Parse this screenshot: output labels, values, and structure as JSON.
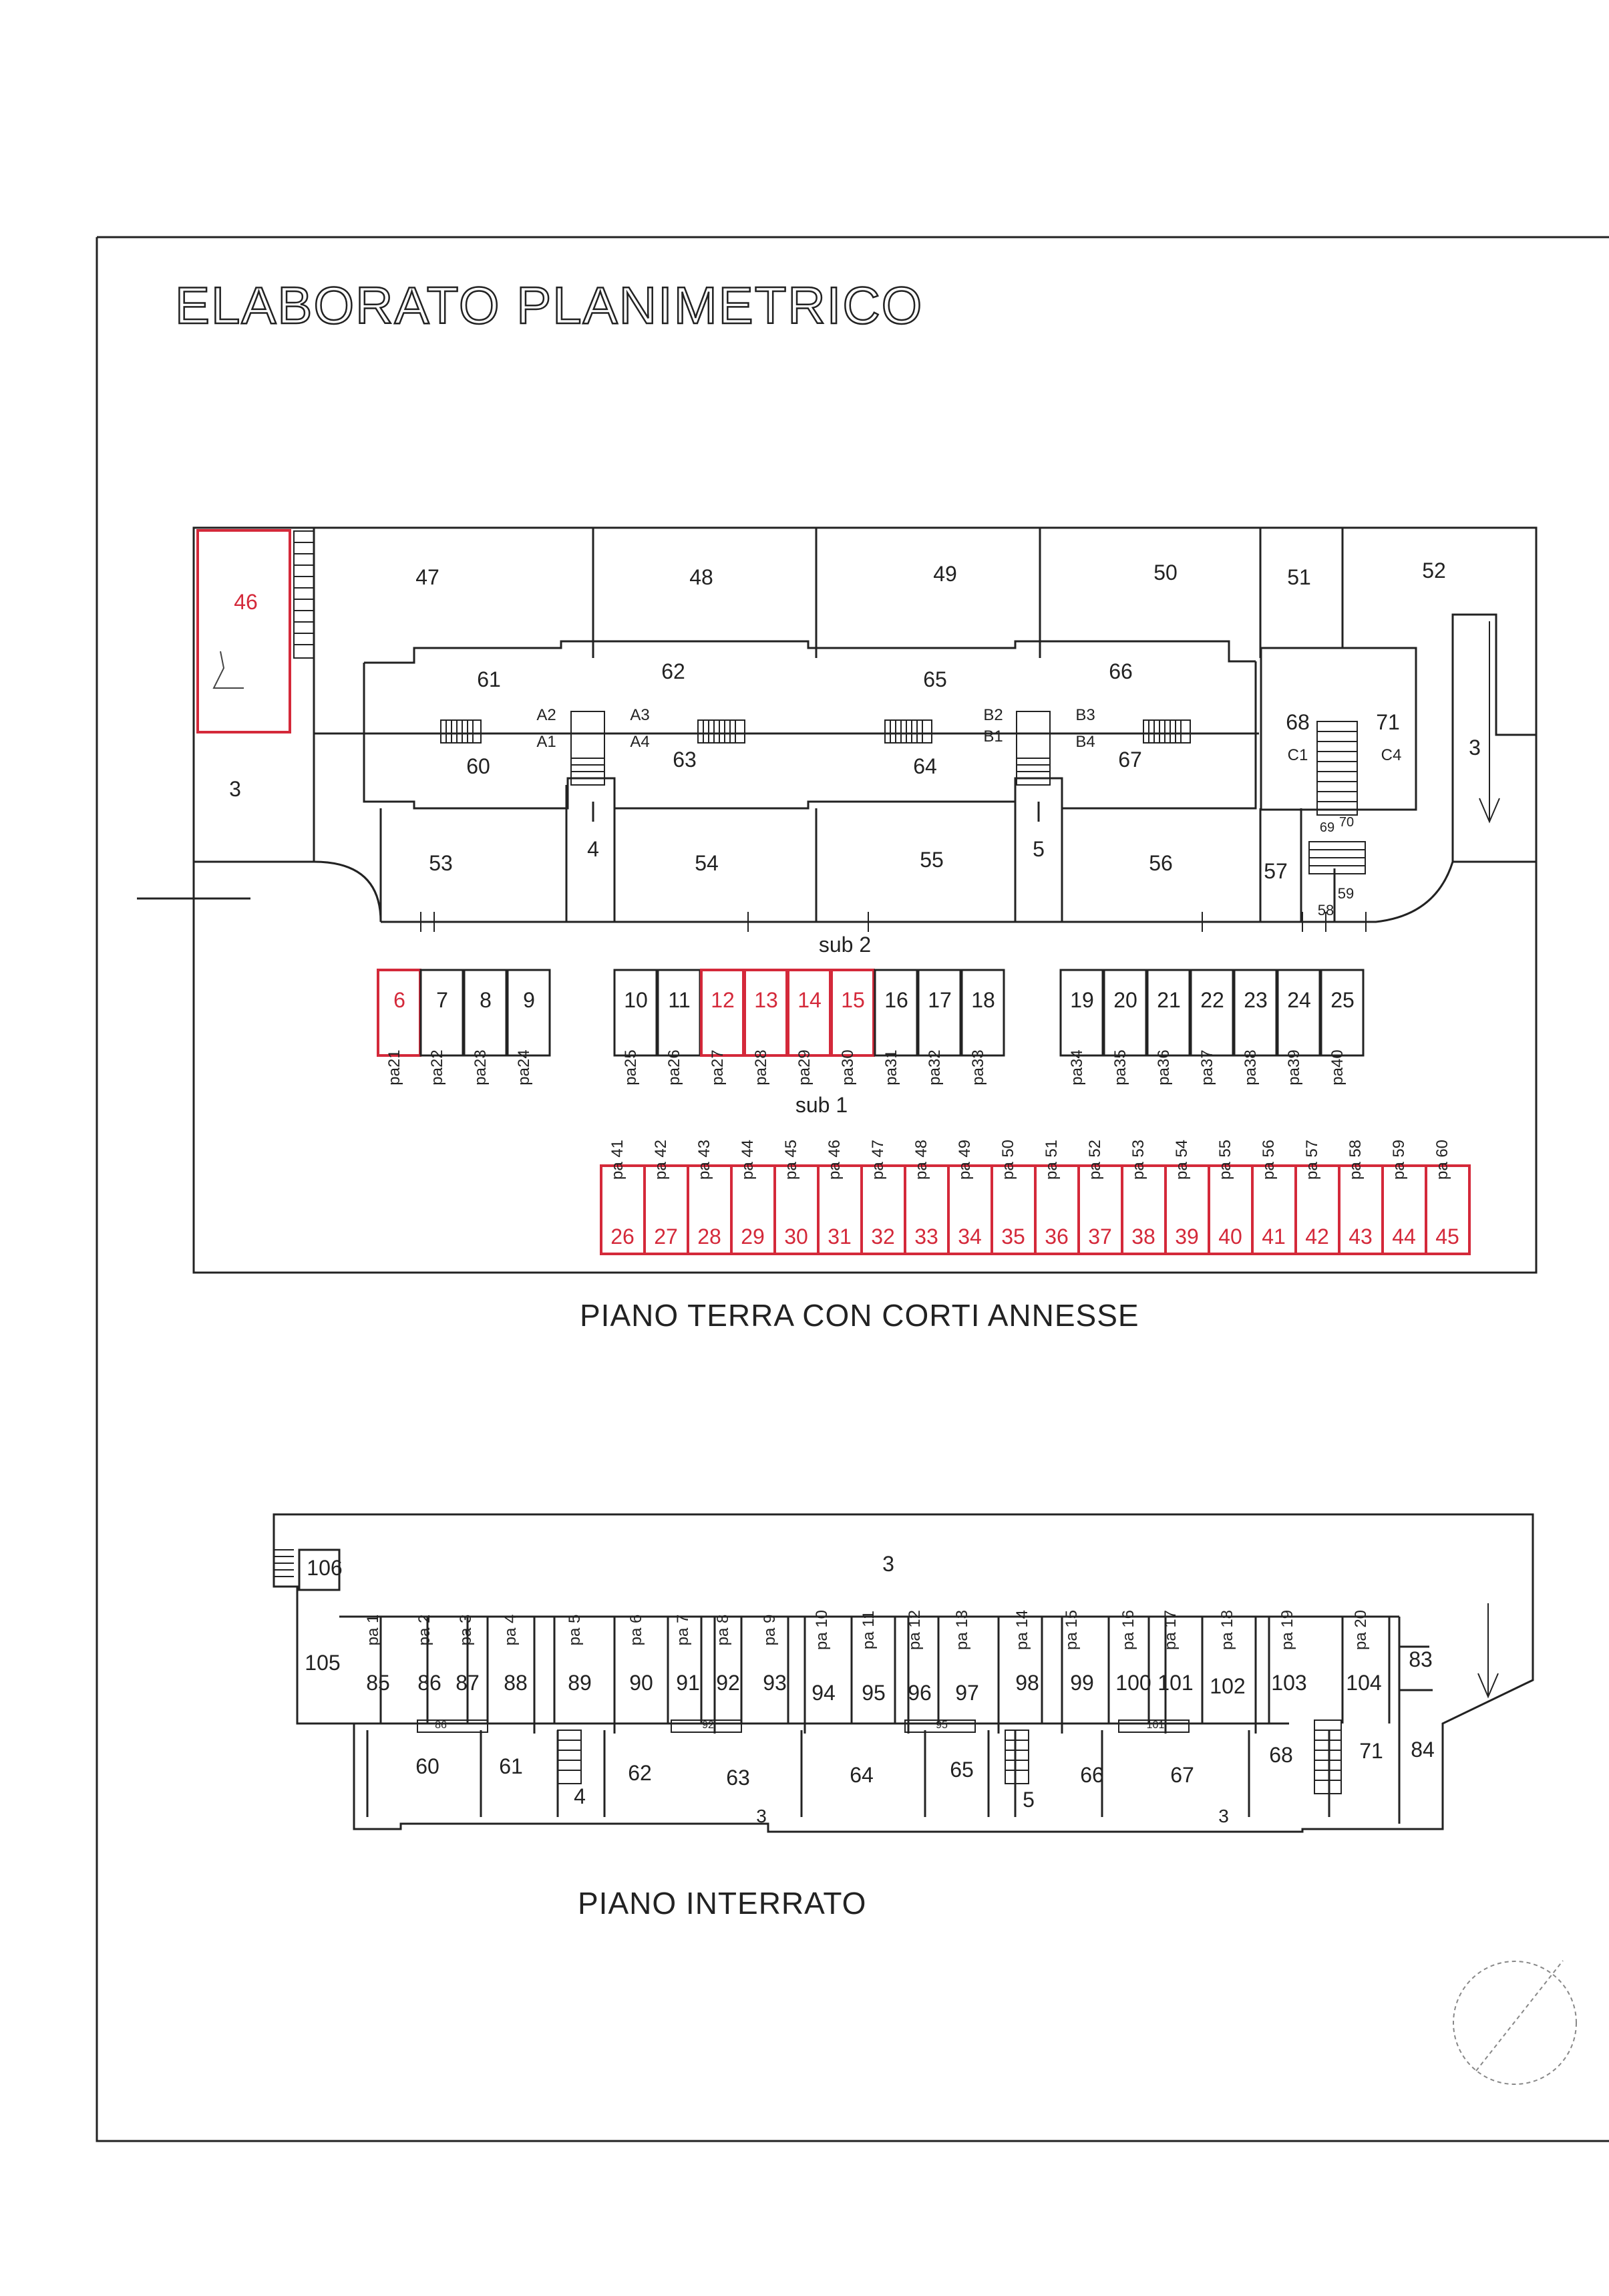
{
  "sheet": {
    "title": "ELABORATO PLANIMETRICO",
    "ground_caption": "PIANO TERRA CON CORTI ANNESSE",
    "basement_caption": "PIANO INTERRATO"
  },
  "colors": {
    "line": "#222222",
    "highlight": "#d4293a"
  },
  "ground": {
    "courtyards": [
      "47",
      "48",
      "49",
      "50",
      "51",
      "52"
    ],
    "stair_corners": [
      "A2",
      "A1",
      "A3",
      "A4",
      "B2",
      "B1",
      "B3",
      "B4",
      "C1",
      "C4"
    ],
    "units": [
      "61",
      "62",
      "65",
      "66",
      "60",
      "63",
      "64",
      "67",
      "68",
      "71",
      "69",
      "70"
    ],
    "gardens": [
      "53",
      "54",
      "55",
      "56",
      "57",
      "58",
      "59"
    ],
    "corridors": [
      "4",
      "5"
    ],
    "common": [
      "3",
      "3",
      "sub 2",
      "sub 1"
    ],
    "highlighted_area": "46",
    "boxes_row1": [
      "6",
      "7",
      "8",
      "9",
      "10",
      "11",
      "12",
      "13",
      "14",
      "15",
      "16",
      "17",
      "18",
      "19",
      "20",
      "21",
      "22",
      "23",
      "24",
      "25"
    ],
    "boxes_row1_highlighted": [
      "6",
      "12",
      "13",
      "14",
      "15"
    ],
    "pa_row1": [
      "pa21",
      "pa22",
      "pa23",
      "pa24",
      "pa25",
      "pa26",
      "pa27",
      "pa28",
      "pa29",
      "pa30",
      "pa31",
      "pa32",
      "pa33",
      "pa34",
      "pa35",
      "pa36",
      "pa37",
      "pa38",
      "pa39",
      "pa40"
    ],
    "boxes_row2": [
      "26",
      "27",
      "28",
      "29",
      "30",
      "31",
      "32",
      "33",
      "34",
      "35",
      "36",
      "37",
      "38",
      "39",
      "40",
      "41",
      "42",
      "43",
      "44",
      "45"
    ],
    "pa_row2": [
      "pa 41",
      "pa 42",
      "pa 43",
      "pa 44",
      "pa 45",
      "pa 46",
      "pa 47",
      "pa 48",
      "pa 49",
      "pa 50",
      "pa 51",
      "pa 52",
      "pa 53",
      "pa 54",
      "pa 55",
      "pa 56",
      "pa 57",
      "pa 58",
      "pa 59",
      "pa 60"
    ]
  },
  "basement": {
    "common": [
      "3",
      "3",
      "3"
    ],
    "top_units": [
      "106",
      "105",
      "85",
      "86",
      "87",
      "88",
      "89",
      "90",
      "91",
      "92",
      "93",
      "94",
      "95",
      "96",
      "97",
      "98",
      "99",
      "100",
      "101",
      "102",
      "103",
      "104",
      "83",
      "84"
    ],
    "pa": [
      "pa 1",
      "pa 2",
      "pa 3",
      "pa 4",
      "pa 5",
      "pa 6",
      "pa 7",
      "pa 8",
      "pa 9",
      "pa 10",
      "pa 11",
      "pa 12",
      "pa 13",
      "pa 14",
      "pa 15",
      "pa 16",
      "pa 17",
      "pa 18",
      "pa 19",
      "pa 20"
    ],
    "lower_units": [
      "60",
      "61",
      "62",
      "63",
      "64",
      "65",
      "66",
      "67",
      "68",
      "71",
      "4",
      "5"
    ],
    "small_labels": [
      "86",
      "92",
      "95",
      "101"
    ]
  }
}
